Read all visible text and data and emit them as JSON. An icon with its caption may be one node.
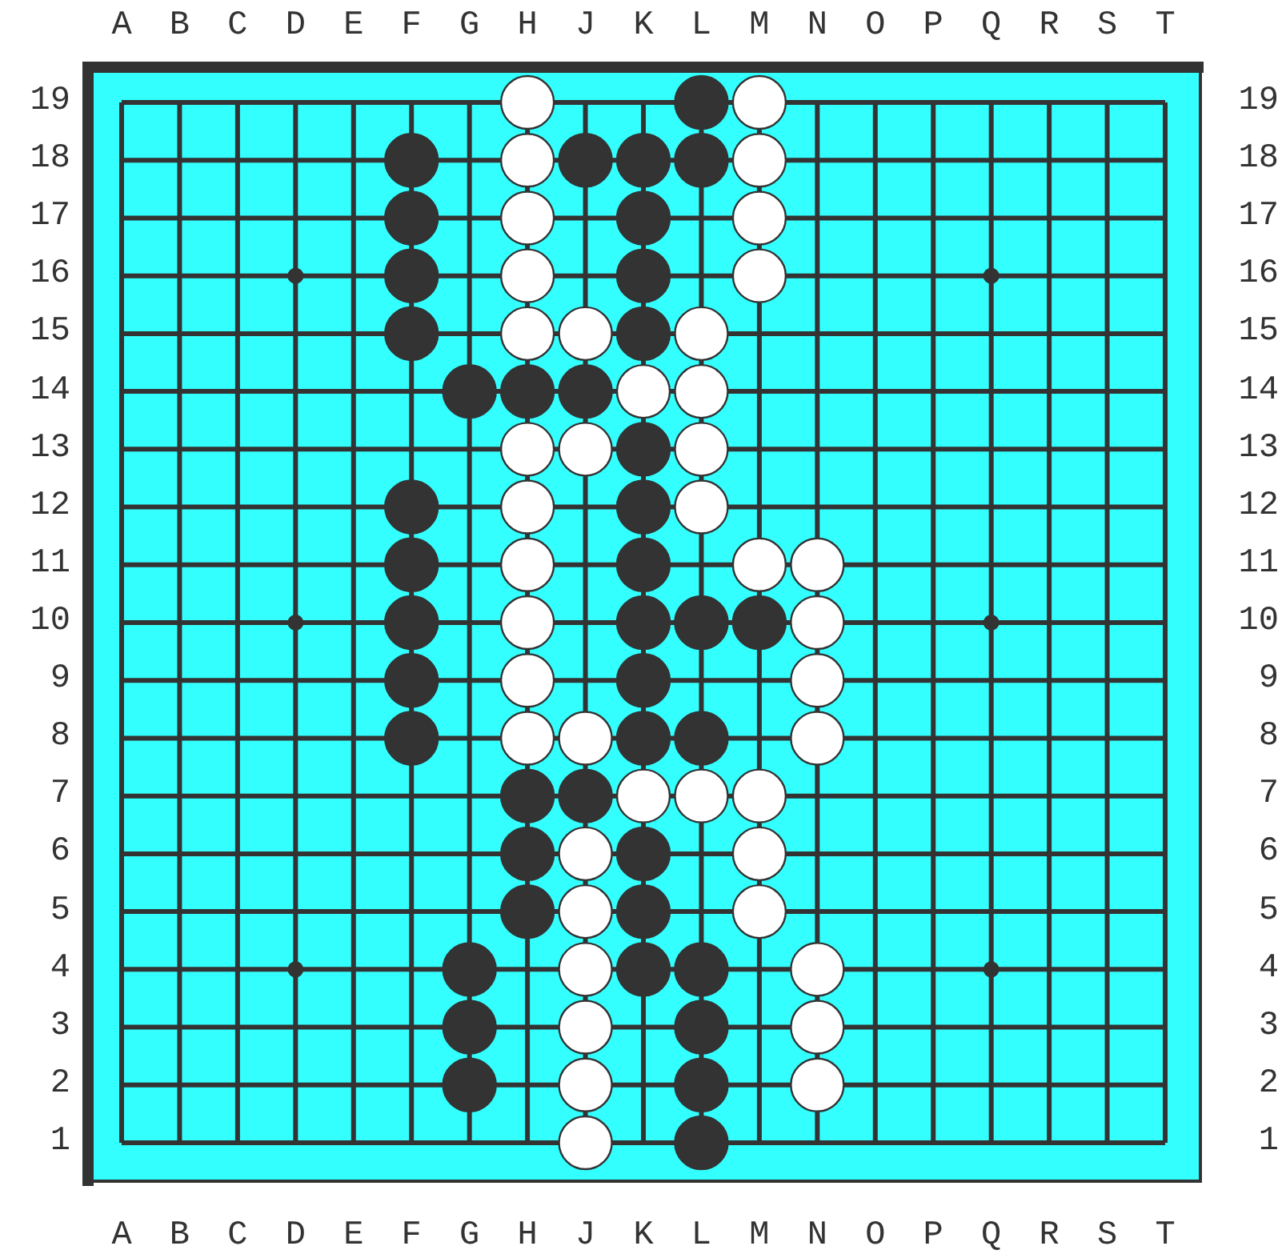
{
  "diagram": {
    "labels": [
      "A",
      "B",
      "C",
      "D",
      "E",
      "F",
      "G",
      "H",
      "J",
      "K",
      "L",
      "M",
      "N",
      "O",
      "P",
      "Q",
      "R",
      "S",
      "T",
      "19",
      "19",
      "18",
      "18",
      "17",
      "17",
      "16",
      "16",
      "15",
      "15",
      "14",
      "14",
      "13",
      "13",
      "12",
      "12",
      "11",
      "11",
      "10",
      "10",
      "9",
      "9",
      "8",
      "8",
      "7",
      "7",
      "6",
      "6",
      "5",
      "5",
      "4",
      "4",
      "3",
      "3",
      "2",
      "2",
      "1",
      "1",
      "A",
      "B",
      "C",
      "D",
      "E",
      "F",
      "G",
      "H",
      "J",
      "K",
      "L",
      "M",
      "N",
      "O",
      "P",
      "Q",
      "R",
      "S",
      "T"
    ]
  }
}
